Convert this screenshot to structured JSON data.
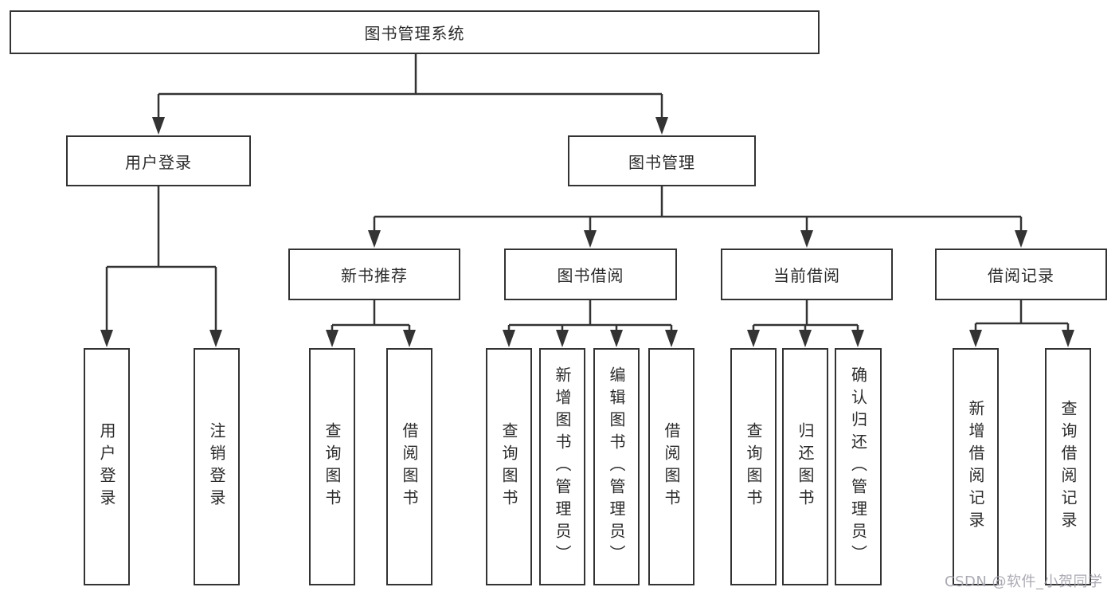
{
  "diagram": {
    "title": "图书管理系统",
    "nodes": {
      "root": {
        "label": "图书管理系统"
      },
      "user_login": {
        "label": "用户登录"
      },
      "book_mgmt": {
        "label": "图书管理"
      },
      "new_book_rec": {
        "label": "新书推荐"
      },
      "book_borrow": {
        "label": "图书借阅"
      },
      "current_borrow": {
        "label": "当前借阅"
      },
      "borrow_records": {
        "label": "借阅记录"
      },
      "leaf_user_login": {
        "label": "用户登录"
      },
      "leaf_logout": {
        "label": "注销登录"
      },
      "leaf_query_books_rec": {
        "label": "查询图书"
      },
      "leaf_borrow_books_rec": {
        "label": "借阅图书"
      },
      "leaf_query_books_borrow": {
        "label": "查询图书"
      },
      "leaf_add_book_admin": {
        "label": "新增图书（管理员）"
      },
      "leaf_edit_book_admin": {
        "label": "编辑图书（管理员）"
      },
      "leaf_borrow_books_borrow": {
        "label": "借阅图书"
      },
      "leaf_query_books_current": {
        "label": "查询图书"
      },
      "leaf_return_books": {
        "label": "归还图书"
      },
      "leaf_confirm_return_admin": {
        "label": "确认归还（管理员）"
      },
      "leaf_add_borrow_record": {
        "label": "新增借阅记录"
      },
      "leaf_query_borrow_record": {
        "label": "查询借阅记录"
      }
    }
  },
  "watermark": {
    "text": "CSDN @软件_小贺同学"
  },
  "colors": {
    "line": "#333333",
    "text": "#2b2b2b",
    "box_fill": "#ffffff",
    "watermark": "#a3a3ad",
    "background": "#ffffff"
  }
}
